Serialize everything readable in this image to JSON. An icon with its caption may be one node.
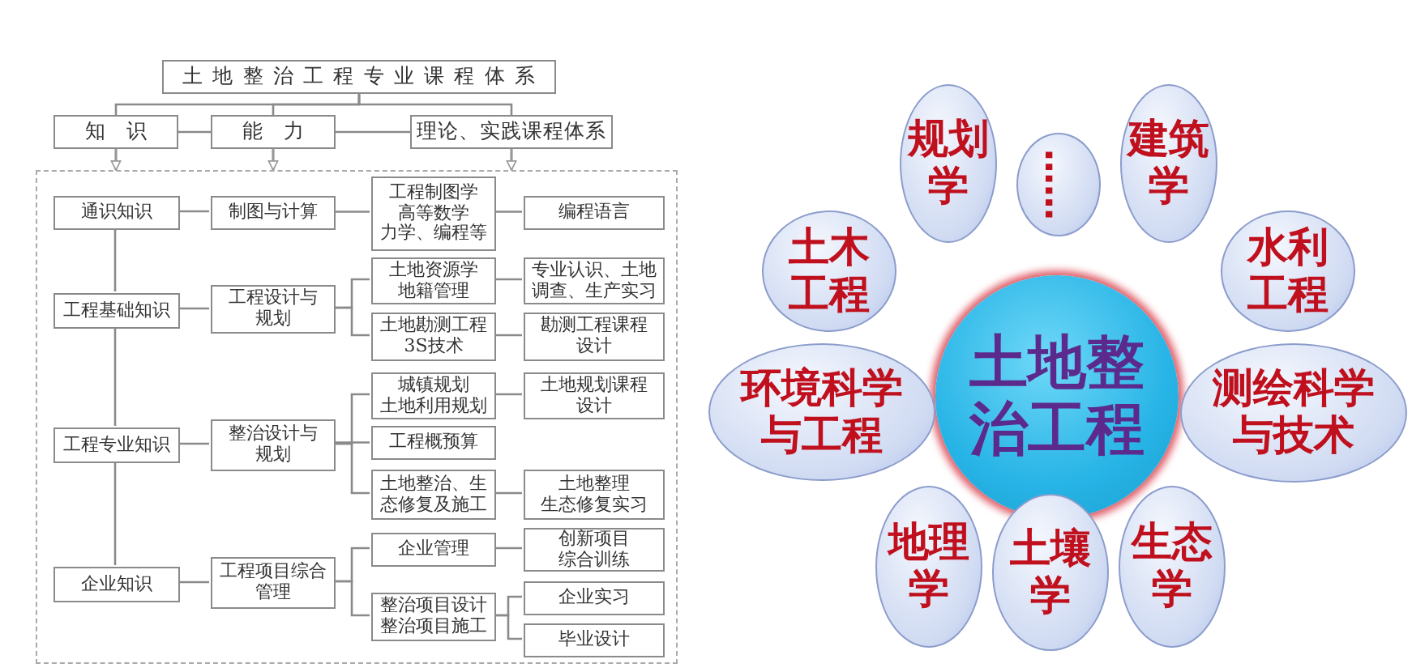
{
  "diagram": {
    "nodes": [
      {
        "text": [
          "土地整治工程专业课程体系"
        ]
      },
      {
        "text": [
          "知识"
        ]
      },
      {
        "text": [
          "能力"
        ]
      },
      {
        "text": [
          "理论、实践课程体系"
        ]
      },
      {
        "text": [],
        "shape": "box"
      },
      {
        "text": [
          "通识知识"
        ],
        "in": 4
      },
      {
        "text": [
          "制图与计算"
        ],
        "in": 4
      },
      {
        "text": [
          "工程制图学",
          "高等数学",
          "力学、编程等"
        ],
        "in": 4
      },
      {
        "text": [
          "编程语言"
        ],
        "in": 4
      },
      {
        "text": [
          "工程基础知识"
        ],
        "in": 4
      },
      {
        "text": [
          "工程设计与规划"
        ],
        "in": 4
      },
      {
        "text": [
          "土地资源学",
          "地籍管理"
        ],
        "in": 4
      },
      {
        "text": [
          "专业认识、土地调查、生产实习"
        ],
        "in": 4
      },
      {
        "text": [
          "土地勘测工程",
          "3S技术"
        ],
        "in": 4
      },
      {
        "text": [
          "勘测工程课程设计"
        ],
        "in": 4
      },
      {
        "text": [
          "城镇规划",
          "土地利用规划"
        ],
        "in": 4
      },
      {
        "text": [
          "土地规划课程设计"
        ],
        "in": 4
      },
      {
        "text": [
          "工程专业知识"
        ],
        "in": 4
      },
      {
        "text": [
          "整治设计与规划"
        ],
        "in": 4
      },
      {
        "text": [
          "工程概预算"
        ],
        "in": 4
      },
      {
        "text": [
          "土地整治、生态修复及施工"
        ],
        "in": 4
      },
      {
        "text": [
          "土地整理",
          "生态修复实习"
        ],
        "in": 4
      },
      {
        "text": [
          "企业知识"
        ],
        "in": 4
      },
      {
        "text": [
          "工程项目综合管理"
        ],
        "in": 4
      },
      {
        "text": [
          "企业管理"
        ],
        "in": 4
      },
      {
        "text": [
          "创新项目综合训练"
        ],
        "in": 4
      },
      {
        "text": [
          "整治项目设计",
          "整治项目施工"
        ],
        "in": 4
      },
      {
        "text": [
          "企业实习"
        ],
        "in": 4
      },
      {
        "text": [
          "毕业设计"
        ],
        "in": 4
      },
      {
        "text": [
          "土地整治工程"
        ]
      },
      {
        "text": [
          "规划学"
        ]
      },
      {
        "text": [
          "……"
        ]
      },
      {
        "text": [
          "建筑学"
        ]
      },
      {
        "text": [
          "土木工程"
        ]
      },
      {
        "text": [
          "水利工程"
        ]
      },
      {
        "text": [
          "环境科学与工程"
        ]
      },
      {
        "text": [
          "测绘科学与技术"
        ]
      },
      {
        "text": [
          "地理学"
        ]
      },
      {
        "text": [
          "土壤学"
        ]
      },
      {
        "text": [
          "生态学"
        ]
      }
    ],
    "edges": [
      {
        "from": 0,
        "to": 1,
        "arrow": "none"
      },
      {
        "from": 0,
        "to": 2,
        "arrow": "none"
      },
      {
        "from": 0,
        "to": 3,
        "arrow": "none"
      },
      {
        "from": 1,
        "to": 2,
        "arrow": "none"
      },
      {
        "from": 2,
        "to": 3,
        "arrow": "none"
      },
      {
        "from": 1,
        "to": 4,
        "arrow": "to"
      },
      {
        "from": 2,
        "to": 4,
        "arrow": "to"
      },
      {
        "from": 3,
        "to": 4,
        "arrow": "to"
      },
      {
        "from": 5,
        "to": 9,
        "arrow": "none"
      },
      {
        "from": 9,
        "to": 17,
        "arrow": "none"
      },
      {
        "from": 17,
        "to": 22,
        "arrow": "none"
      },
      {
        "from": 5,
        "to": 6,
        "arrow": "none"
      },
      {
        "from": 6,
        "to": 7,
        "arrow": "none"
      },
      {
        "from": 7,
        "to": 8,
        "arrow": "none"
      },
      {
        "from": 9,
        "to": 10,
        "arrow": "none"
      },
      {
        "from": 10,
        "to": 11,
        "arrow": "none"
      },
      {
        "from": 10,
        "to": 13,
        "arrow": "none"
      },
      {
        "from": 11,
        "to": 12,
        "arrow": "none"
      },
      {
        "from": 13,
        "to": 14,
        "arrow": "none"
      },
      {
        "from": 17,
        "to": 18,
        "arrow": "none"
      },
      {
        "from": 18,
        "to": 15,
        "arrow": "none"
      },
      {
        "from": 18,
        "to": 19,
        "arrow": "none"
      },
      {
        "from": 18,
        "to": 20,
        "arrow": "none"
      },
      {
        "from": 15,
        "to": 16,
        "arrow": "none"
      },
      {
        "from": 20,
        "to": 21,
        "arrow": "none"
      },
      {
        "from": 22,
        "to": 23,
        "arrow": "none"
      },
      {
        "from": 23,
        "to": 24,
        "arrow": "none"
      },
      {
        "from": 23,
        "to": 26,
        "arrow": "none"
      },
      {
        "from": 24,
        "to": 25,
        "arrow": "none"
      },
      {
        "from": 26,
        "to": 27,
        "arrow": "none"
      },
      {
        "from": 26,
        "to": 28,
        "arrow": "none"
      }
    ]
  }
}
